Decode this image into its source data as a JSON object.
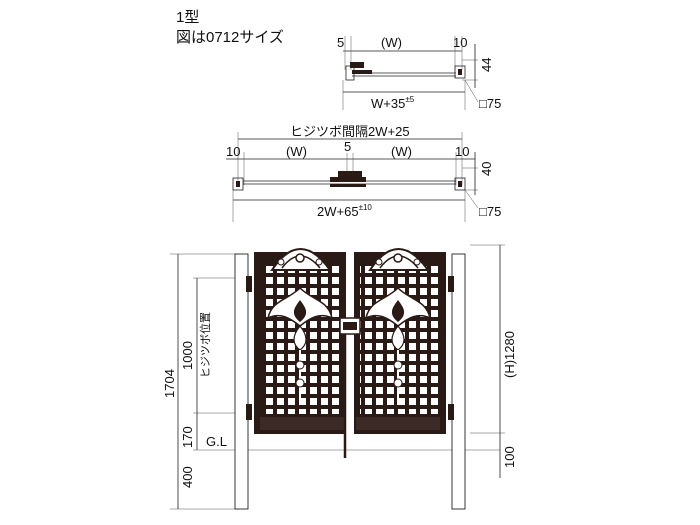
{
  "header": {
    "type_label": "1型",
    "size_label": "図は0712サイズ"
  },
  "plan_single": {
    "dims_top": [
      "5",
      "(W)",
      "10"
    ],
    "dim_side": "44",
    "dim_bottom": "W+35",
    "dim_bottom_tol": "±5",
    "post_label": "□75"
  },
  "plan_double": {
    "pitch_label": "ヒジツボ間隔2W+25",
    "dims_top": [
      "10",
      "(W)",
      "5",
      "(W)",
      "10"
    ],
    "dim_side": "40",
    "dim_bottom": "2W+65",
    "dim_bottom_tol": "±10",
    "post_label": "□75"
  },
  "elevation": {
    "total_height": "1704",
    "hinge_span": "1000",
    "hinge_label": "ヒジツボ位置",
    "bottom_gap": "170",
    "embed_depth": "400",
    "ground_label": "G.L",
    "gate_height": "(H)1280",
    "clearance": "100"
  }
}
